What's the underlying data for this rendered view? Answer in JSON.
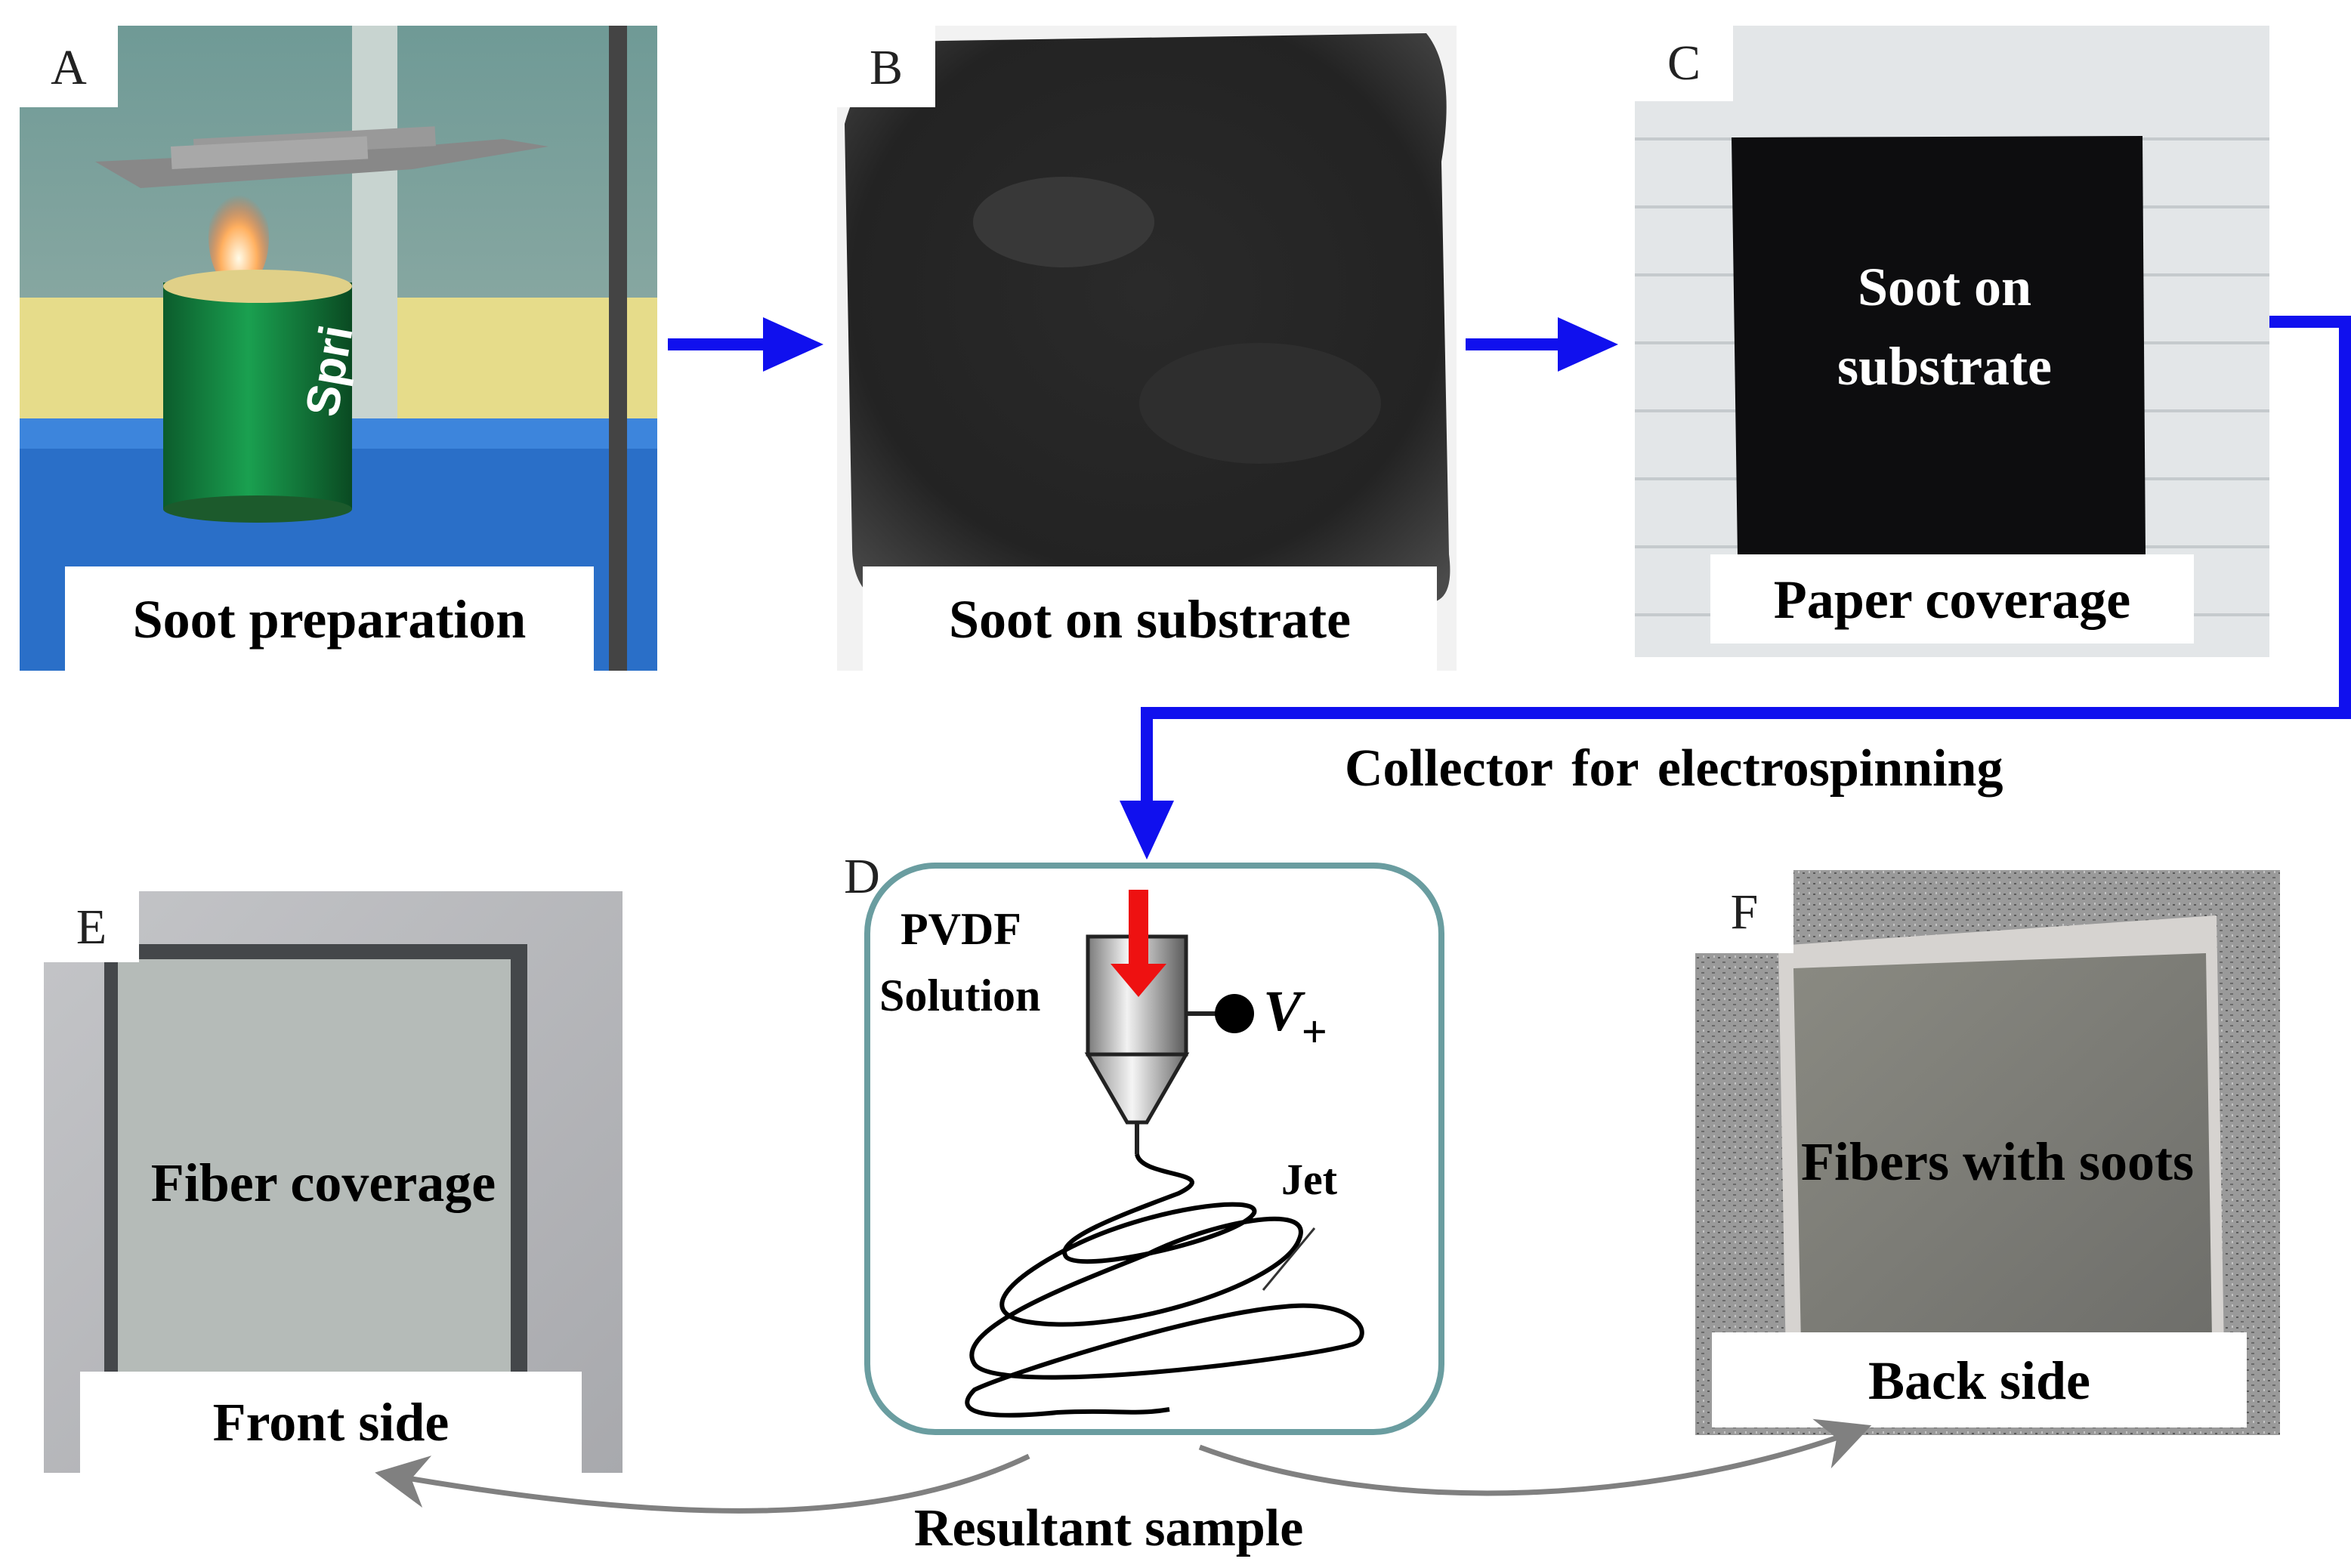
{
  "panels": {
    "a": {
      "letter": "A",
      "caption": "Soot preparation",
      "can_text": "Spri"
    },
    "b": {
      "letter": "B",
      "caption": "Soot on substrate"
    },
    "c": {
      "letter": "C",
      "caption": "Paper coverage",
      "inner_line1": "Soot on",
      "inner_line2": "substrate"
    },
    "d": {
      "letter": "D",
      "solution_line1": "PVDF",
      "solution_line2": "Solution",
      "voltage": "V",
      "voltage_sub": "+",
      "jet": "Jet"
    },
    "e": {
      "letter": "E",
      "inner": "Fiber coverage",
      "caption": "Front side"
    },
    "f": {
      "letter": "F",
      "inner": "Fibers with soots",
      "caption": "Back side"
    }
  },
  "labels": {
    "collector": "Collector for electrospinning",
    "resultant": "Resultant sample"
  },
  "colors": {
    "flow_arrow": "#1010ee",
    "sample_arrow": "#808080",
    "syringe_arrow": "#ee1111",
    "device_box_border": "#6a9da0"
  }
}
